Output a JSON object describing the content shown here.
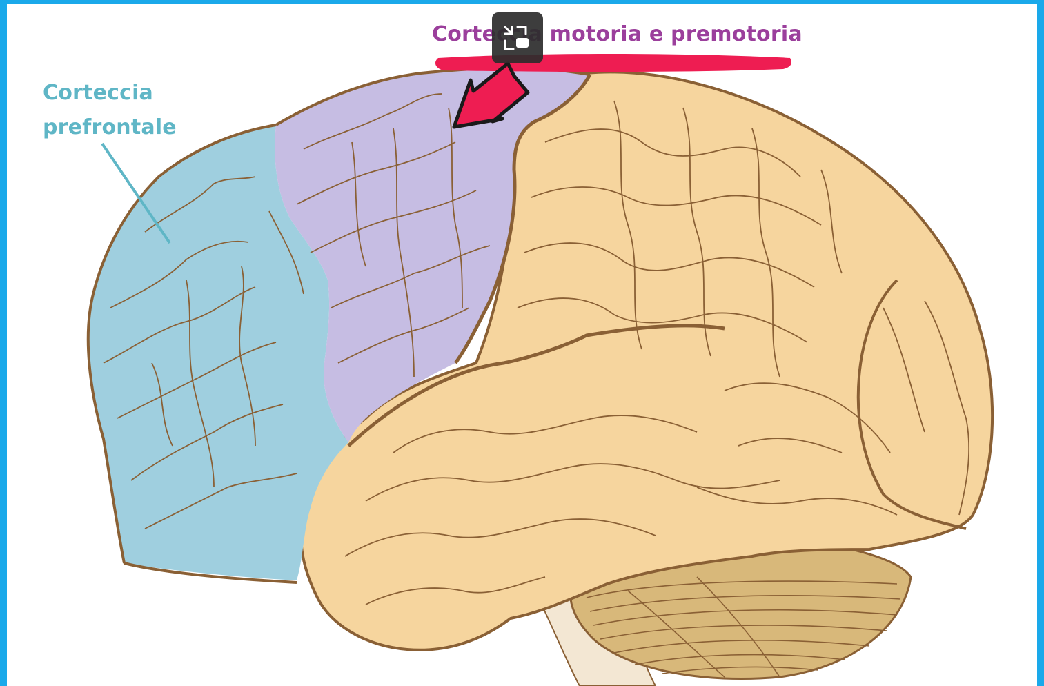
{
  "labels": {
    "prefrontal_line1": "Corteccia",
    "prefrontal_line2": "prefrontale",
    "motor": "Corteccia motoria e premotoria"
  },
  "icons": {
    "exit_fullscreen": "exit-fullscreen-icon",
    "pointer_arrow": "arrow-icon"
  },
  "colors": {
    "border": "#1aa9ea",
    "prefrontal": "#9fcfdf",
    "motor": "#c6bde3",
    "brain": "#f6d59e",
    "cerebellum": "#d8b87a",
    "outline": "#8a6035",
    "underline": "#ee1d52",
    "label_prefrontal": "#5fb6c6",
    "label_motor": "#9b3f9c"
  }
}
